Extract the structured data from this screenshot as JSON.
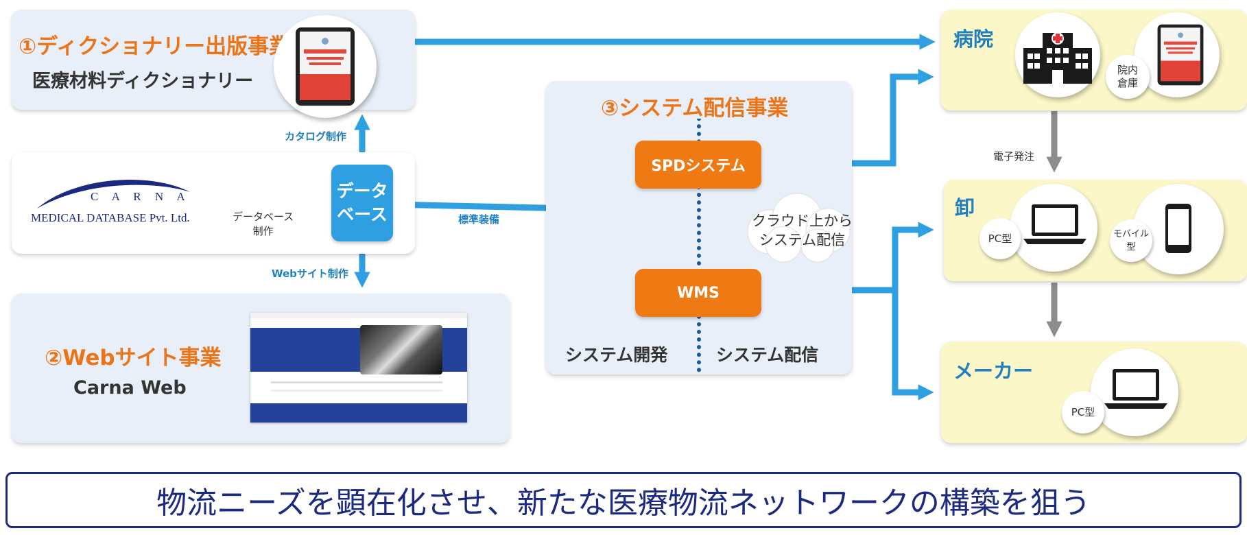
{
  "dictionary_business": {
    "title": "①ディクショナリー出版事業",
    "subtitle": "医療材料ディクショナリー"
  },
  "web_business": {
    "title": "②Webサイト事業",
    "subtitle": "Carna Web"
  },
  "system_business": {
    "title": "③システム配信事業",
    "spd_label": "SPDシステム",
    "wms_label": "WMS",
    "cloud_label": "クラウド上から\nシステム配信",
    "dev_label": "システム開発",
    "delivery_label": "システム配信"
  },
  "carna_logo": {
    "name": "C A R N A",
    "company": "MEDICAL DATABASE Pvt. Ltd."
  },
  "database": {
    "label": "データ\nベース",
    "db_creation": "データベース\n制作",
    "catalog": "カタログ制作",
    "website": "Webサイト制作",
    "standard": "標準装備"
  },
  "hospital": {
    "label": "病院",
    "storage": "院内\n倉庫"
  },
  "electronic_order": "電子発注",
  "wholesaler": {
    "label": "卸",
    "pc": "PC型",
    "mobile": "モバイル型"
  },
  "maker": {
    "label": "メーカー",
    "pc": "PC型"
  },
  "footer": {
    "text": "物流ニーズを顕在化させ、新たな医療物流ネットワークの構築を狙う"
  },
  "colors": {
    "accent_orange": "#ef7a14",
    "flow_blue": "#2e9fe0",
    "navy": "#1b2a80",
    "panel_blue": "#e9eff8",
    "panel_yellow": "#fcf7c8"
  },
  "icons": [
    "tablet-book-icon",
    "hospital-building-icon",
    "laptop-icon",
    "smartphone-icon",
    "cloud-icon"
  ]
}
